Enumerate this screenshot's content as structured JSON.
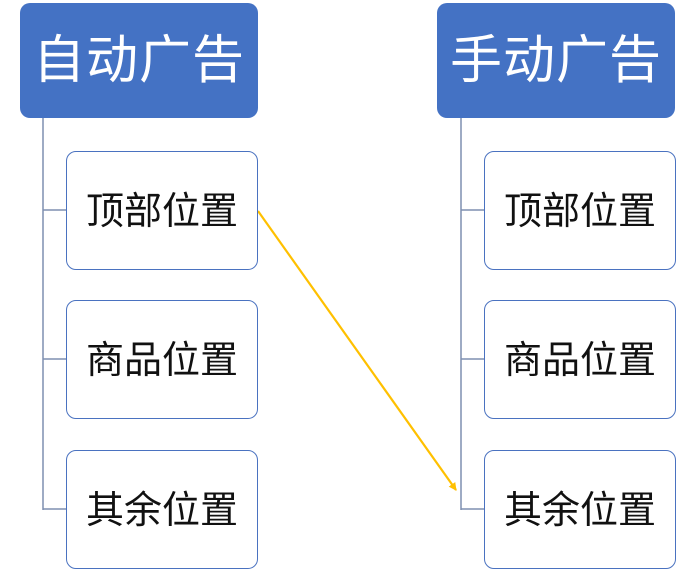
{
  "colors": {
    "header_fill": "#4472c4",
    "header_text": "#ffffff",
    "child_border": "#4a72c0",
    "connector_line": "#7f8fb0",
    "arrow": "#ffc000"
  },
  "left_group": {
    "title": "自动广告",
    "children": [
      "顶部位置",
      "商品位置",
      "其余位置"
    ]
  },
  "right_group": {
    "title": "手动广告",
    "children": [
      "顶部位置",
      "商品位置",
      "其余位置"
    ]
  },
  "arrow": {
    "from": "left_group.children.0",
    "to": "right_group.children.2"
  }
}
